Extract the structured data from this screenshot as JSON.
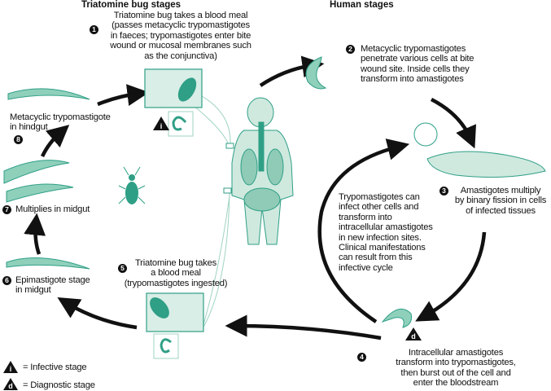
{
  "headers": {
    "bug": "Triatomine bug stages",
    "human": "Human stages"
  },
  "steps": [
    {
      "n": "1",
      "lines": [
        "Triatomine bug takes a blood meal",
        "(passes metacyclic trypomastigotes",
        "in faeces; trypomastigotes enter bite",
        "wound or mucosal membranes such",
        "as the conjunctiva)"
      ]
    },
    {
      "n": "2",
      "lines": [
        "Metacyclic trypomastigotes",
        "penetrate various cells at bite",
        "wound site. Inside cells they",
        "transform into amastigotes"
      ]
    },
    {
      "n": "3",
      "lines": [
        "Amastigotes multiply",
        "by binary fission in cells",
        "of infected tissues"
      ]
    },
    {
      "n": "4",
      "lines": [
        "Intracellular amastigotes",
        "transform into trypomastigotes,",
        "then burst out of the cell and",
        "enter the bloodstream"
      ]
    },
    {
      "n": "5",
      "lines": [
        "Triatomine bug takes",
        "a blood meal",
        "(trypomastigotes ingested)"
      ]
    },
    {
      "n": "6",
      "lines": [
        "Epimastigote stage",
        "in midgut"
      ]
    },
    {
      "n": "7",
      "lines": [
        "Multiplies in midgut"
      ]
    },
    {
      "n": "8",
      "lines": [
        "Metacyclic trypomastigote",
        "in hindgut"
      ]
    }
  ],
  "infective_cycle": [
    "Trypomastigotes can",
    "infect other cells and",
    "transform into",
    "intracellular amastigotes",
    "in new infection sites.",
    "Clinical manifestations",
    "can result from this",
    "infective cycle"
  ],
  "legend": {
    "infective": {
      "symbol": "i",
      "label": "= Infective stage"
    },
    "diagnostic": {
      "symbol": "d",
      "label": "= Diagnostic stage"
    }
  },
  "colors": {
    "teal": "#2f9f86",
    "teal_light": "#cfe9df",
    "arrow": "#111111"
  }
}
